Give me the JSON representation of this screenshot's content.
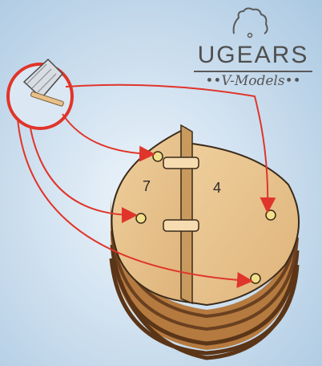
{
  "logo": {
    "brand": "UGEARS",
    "sub": "••V-Models••"
  },
  "pieces": {
    "left_number": "7",
    "right_number": "4"
  },
  "colors": {
    "background": "#cfe0ef",
    "arrow": "#e0352a",
    "wood": "#e7c08a",
    "wood_edge": "#c9a06a",
    "pin": "#f0e08a"
  },
  "icons": [
    "gear-icon",
    "knife-icon",
    "arrow-icon"
  ]
}
